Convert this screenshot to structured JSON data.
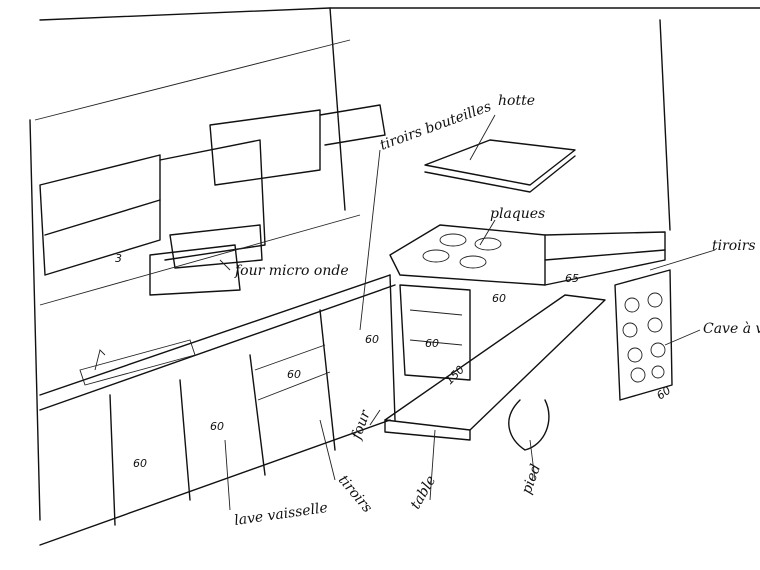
{
  "labels": {
    "hotte": "hotte",
    "tiroirs_bouteilles": "tiroirs bouteilles",
    "plaques": "plaques",
    "tiroirs_right": "tiroirs",
    "cave_a_vin": "Cave à vi",
    "four_micro_onde": "four micro onde",
    "four": "four",
    "tiroirs_bottom": "tiroirs",
    "lave_vaisselle": "lave vaisselle",
    "table": "table",
    "pied": "pied"
  },
  "dimensions": {
    "d_60_sink": "60",
    "d_60_dishwasher": "60",
    "d_60_drawers": "60",
    "d_60_oven_top": "60",
    "d_60_oven": "60",
    "d_60_plaques": "60",
    "d_65": "65",
    "d_150": "150",
    "d_60_cave": "60",
    "d_3": "3"
  }
}
